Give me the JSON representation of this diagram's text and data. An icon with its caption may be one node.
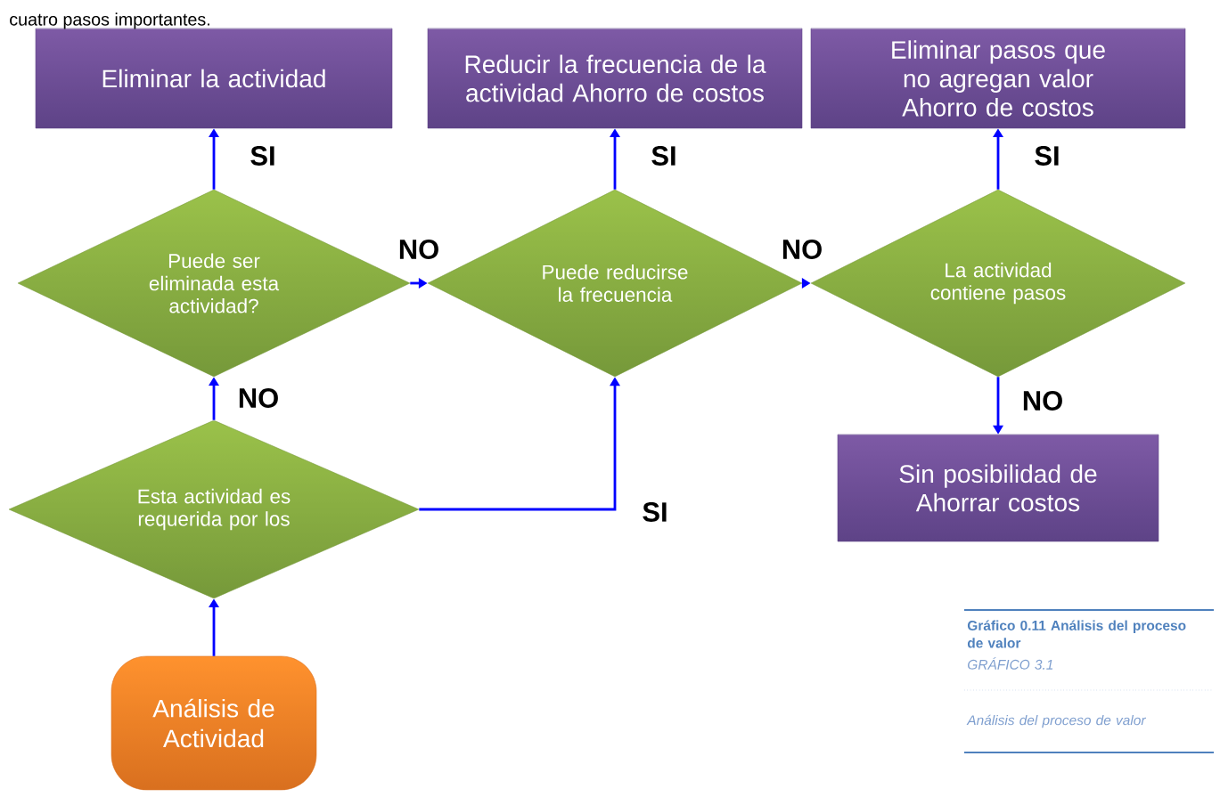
{
  "diagram": {
    "nodes": [
      {
        "text": [
          "Eliminar la actividad"
        ]
      },
      {
        "text": [
          "Reducir la frecuencia de la actividad Ahorro de costos"
        ]
      },
      {
        "text": [
          "Eliminar pasos que no agregan valor Ahorro de costos"
        ]
      },
      {
        "text": [
          "Puede ser eliminada esta actividad?"
        ]
      },
      {
        "text": [
          "Puede reducirse la frecuencia"
        ]
      },
      {
        "text": [
          "La actividad contiene pasos"
        ]
      },
      {
        "text": [
          "Sin posibilidad de Ahorrar costos"
        ]
      },
      {
        "text": [
          "Esta actividad es requerida por los"
        ]
      },
      {
        "text": [
          "Análisis de Actividad"
        ]
      }
    ],
    "edges": [
      {
        "from": 8,
        "to": 7,
        "arrow": "to"
      },
      {
        "from": 7,
        "to": 3,
        "arrow": "to",
        "label": "NO"
      },
      {
        "from": 7,
        "to": 4,
        "arrow": "to",
        "label": "SI"
      },
      {
        "from": 3,
        "to": 0,
        "arrow": "to",
        "label": "SI"
      },
      {
        "from": 4,
        "to": 1,
        "arrow": "to",
        "label": "SI"
      },
      {
        "from": 5,
        "to": 2,
        "arrow": "to",
        "label": "SI"
      },
      {
        "from": 3,
        "to": 4,
        "arrow": "to",
        "label": "NO"
      },
      {
        "from": 4,
        "to": 5,
        "arrow": "to",
        "label": "NO"
      },
      {
        "from": 5,
        "to": 6,
        "arrow": "to",
        "label": "NO"
      }
    ],
    "labels": [
      "cuatro pasos importantes.",
      "Gráfico 0.11 Análisis del proceso de valor",
      "GRÁFICO 3.1",
      "Análisis del proceso de valor"
    ]
  }
}
